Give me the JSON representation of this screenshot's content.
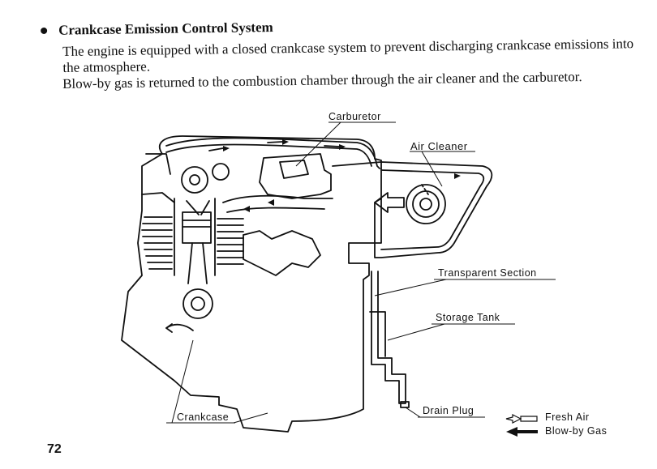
{
  "section": {
    "title": "Crankcase Emission Control System",
    "paragraph1": "The engine is equipped with a closed crankcase system to prevent discharging crankcase emissions into the atmosphere.",
    "paragraph2": "Blow-by gas is returned to the combustion chamber through the air cleaner and the carburetor."
  },
  "diagram": {
    "labels": {
      "carburetor": "Carburetor",
      "air_cleaner": "Air Cleaner",
      "transparent_section": "Transparent Section",
      "storage_tank": "Storage Tank",
      "drain_plug": "Drain Plug",
      "crankcase": "Crankcase"
    },
    "legend": {
      "fresh_air": "Fresh Air",
      "blow_by_gas": "Blow-by Gas"
    }
  },
  "page": {
    "number": "72"
  }
}
